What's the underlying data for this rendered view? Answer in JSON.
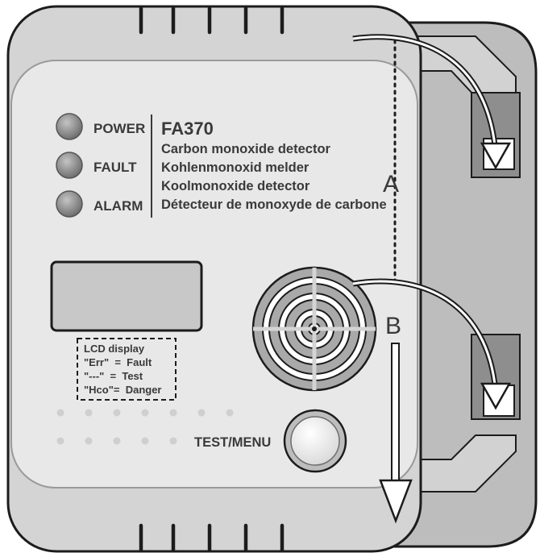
{
  "device": {
    "model": "FA370",
    "descriptions": [
      "Carbon monoxide detector",
      "Kohlenmonoxid melder",
      "Koolmonoxide detector",
      "Détecteur de monoxyde de carbone"
    ]
  },
  "indicators": [
    {
      "label": "POWER"
    },
    {
      "label": "FAULT"
    },
    {
      "label": "ALARM"
    }
  ],
  "lcd_legend": {
    "title": "LCD display",
    "lines": [
      "\"Err\"  =  Fault",
      "\"---\"  =  Test",
      "\"Hco\"=  Danger"
    ]
  },
  "button": {
    "label": "TEST/MENU"
  },
  "steps": {
    "a": "A",
    "b": "B"
  },
  "colors": {
    "body": "#d4d4d4",
    "face": "#e6e6e6",
    "bracket": "#bcbcbc",
    "bracket_dark": "#8e8e8e",
    "outline": "#1c1c1c",
    "text": "#3a3a3a",
    "led": "#8a8a8a"
  }
}
